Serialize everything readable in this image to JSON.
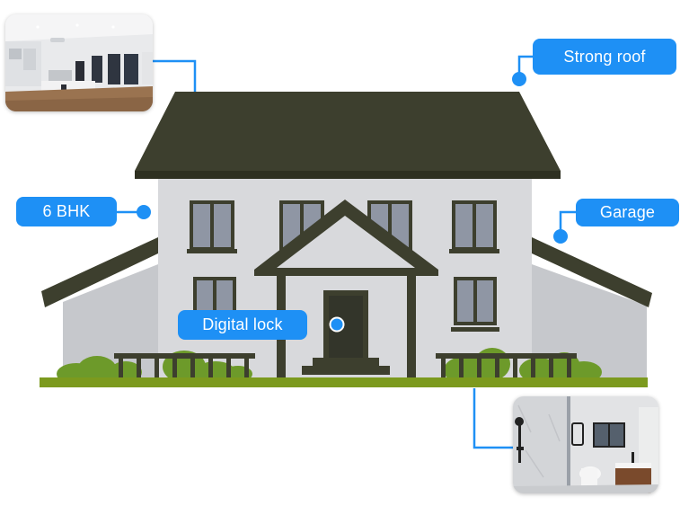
{
  "callouts": {
    "rooms": "6 BHK",
    "roof": "Strong roof",
    "garage": "Garage",
    "lock": "Digital lock"
  },
  "photos": {
    "top_left": "kitchen-interior-photo",
    "bottom_right": "bathroom-interior-photo"
  },
  "colors": {
    "accent": "#1e90f5",
    "roof": "#3d3f2e",
    "wall": "#d8d9dc",
    "wall_side": "#c6c8cc",
    "window_frame": "#3d3f2e",
    "window_glass": "#8f96a4",
    "grass": "#7c9a1e",
    "bush": "#6d9a2a"
  }
}
